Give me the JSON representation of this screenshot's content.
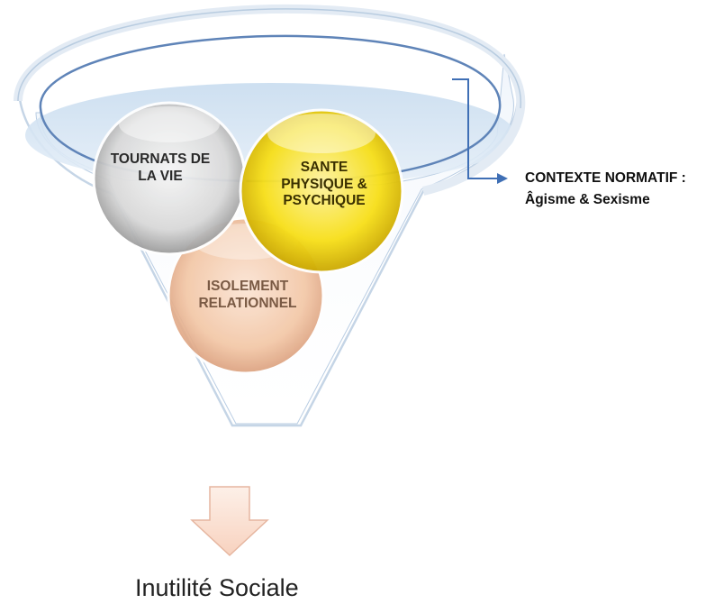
{
  "circles": {
    "tournants": {
      "line1": "TOURNATS DE",
      "line2": "LA VIE"
    },
    "sante": {
      "line1": "SANTE",
      "line2": "PHYSIQUE &",
      "line3": "PSYCHIQUE"
    },
    "isolement": {
      "line1": "ISOLEMENT",
      "line2": "RELATIONNEL"
    }
  },
  "context": {
    "line1": "CONTEXTE NORMATIF :",
    "line2": "Âgisme & Sexisme"
  },
  "result": "Inutilité Sociale",
  "colors": {
    "funnel_outline": "#6a8fc0",
    "funnel_rim_fill": "#cfe0f0",
    "circle_gray": "#d8d8d8",
    "circle_yellow": "#f5dc00",
    "circle_peach": "#f3c9aa",
    "bracket": "#3f6fb5",
    "arrow_fill": "#fbe3d6",
    "arrow_stroke": "#e6b6a0"
  }
}
